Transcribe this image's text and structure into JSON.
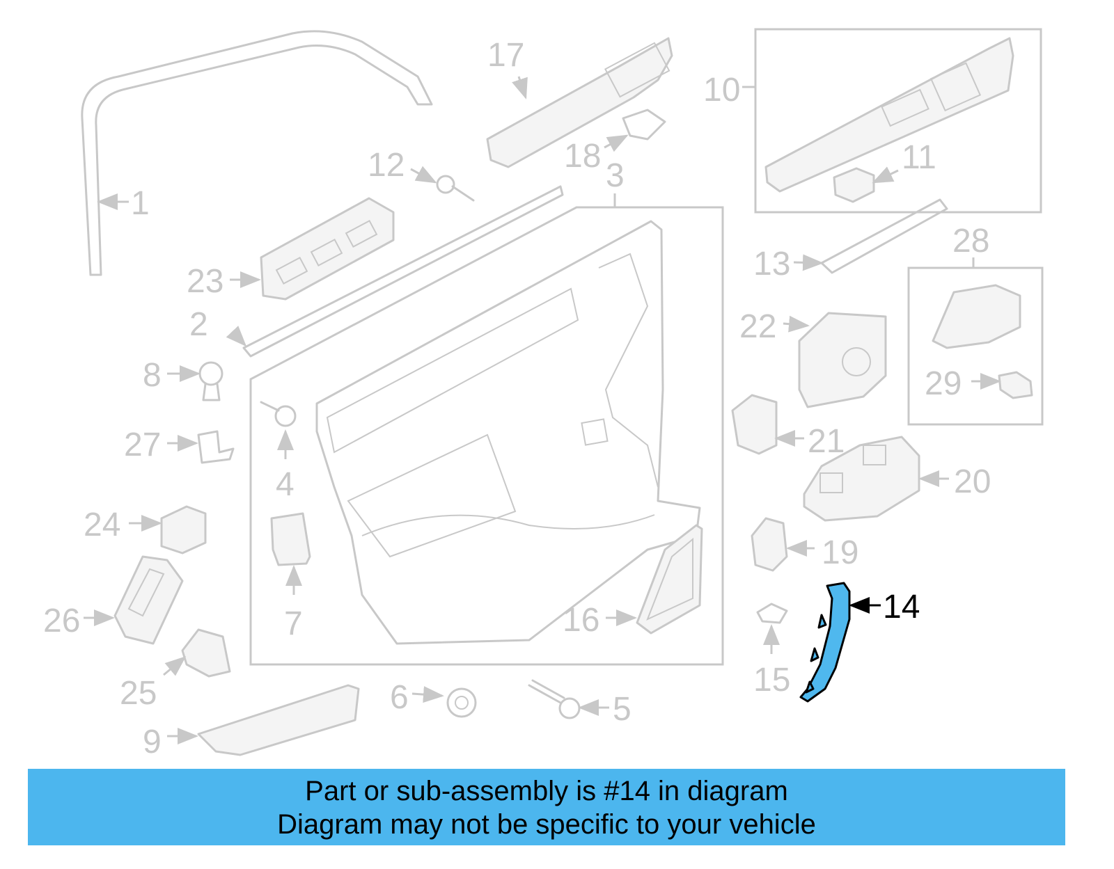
{
  "diagram": {
    "highlighted_part": "14",
    "callouts": [
      "1",
      "2",
      "3",
      "4",
      "5",
      "6",
      "7",
      "8",
      "9",
      "10",
      "11",
      "12",
      "13",
      "14",
      "15",
      "16",
      "17",
      "18",
      "19",
      "20",
      "21",
      "22",
      "23",
      "24",
      "25",
      "26",
      "27",
      "28",
      "29"
    ]
  },
  "banner": {
    "line1": "Part or sub-assembly is #14 in diagram",
    "line2": "Diagram may not be specific to your vehicle",
    "color": "#4cb6ee"
  }
}
